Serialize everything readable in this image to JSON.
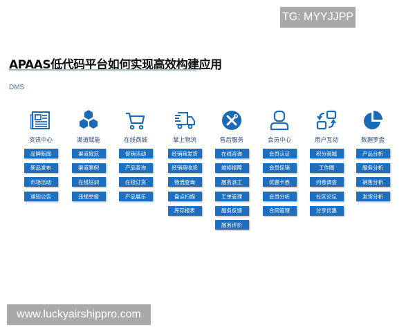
{
  "watermark_top": "TG: MYYJJPP",
  "watermark_bottom": "www.luckyairshippro.com",
  "header": {
    "title": "APAAS低代码平台如何实现高效构建应用",
    "subtitle": "DMS"
  },
  "colors": {
    "accent": "#1f6fbf",
    "icon": "#1a6ab5",
    "title_underline": "#9cb8cc"
  },
  "columns": [
    {
      "label": "资讯中心",
      "icon": "newspaper-icon",
      "buttons": [
        "品牌新闻",
        "新品发布",
        "市场活动",
        "通知公告"
      ]
    },
    {
      "label": "渠道赋能",
      "icon": "hexagons-icon",
      "buttons": [
        "渠道规范",
        "渠道案例",
        "在线培训",
        "违规举报"
      ]
    },
    {
      "label": "在线商城",
      "icon": "shopping-cart-icon",
      "buttons": [
        "促销活动",
        "产品查询",
        "在线订货",
        "产品展示"
      ]
    },
    {
      "label": "掌上物流",
      "icon": "delivery-truck-icon",
      "buttons": [
        "经销商发货",
        "经销商收货",
        "物流查询",
        "盘点扫描",
        "库存报表"
      ]
    },
    {
      "label": "售后服务",
      "icon": "tools-icon",
      "buttons": [
        "在线咨询",
        "维修报障",
        "服务派工",
        "工单管理",
        "服务反馈",
        "服务评价"
      ]
    },
    {
      "label": "会员中心",
      "icon": "user-icon",
      "buttons": [
        "会员认证",
        "会员促销",
        "优惠卡券",
        "会员分析",
        "合同管理"
      ]
    },
    {
      "label": "用户互动",
      "icon": "exchange-icon",
      "buttons": [
        "积分商城",
        "工作圈",
        "问卷调查",
        "社区论坛",
        "分享优惠"
      ]
    },
    {
      "label": "数据罗盘",
      "icon": "pie-chart-icon",
      "buttons": [
        "产品分析",
        "服务分析",
        "销售分析",
        "发货分析"
      ]
    }
  ]
}
